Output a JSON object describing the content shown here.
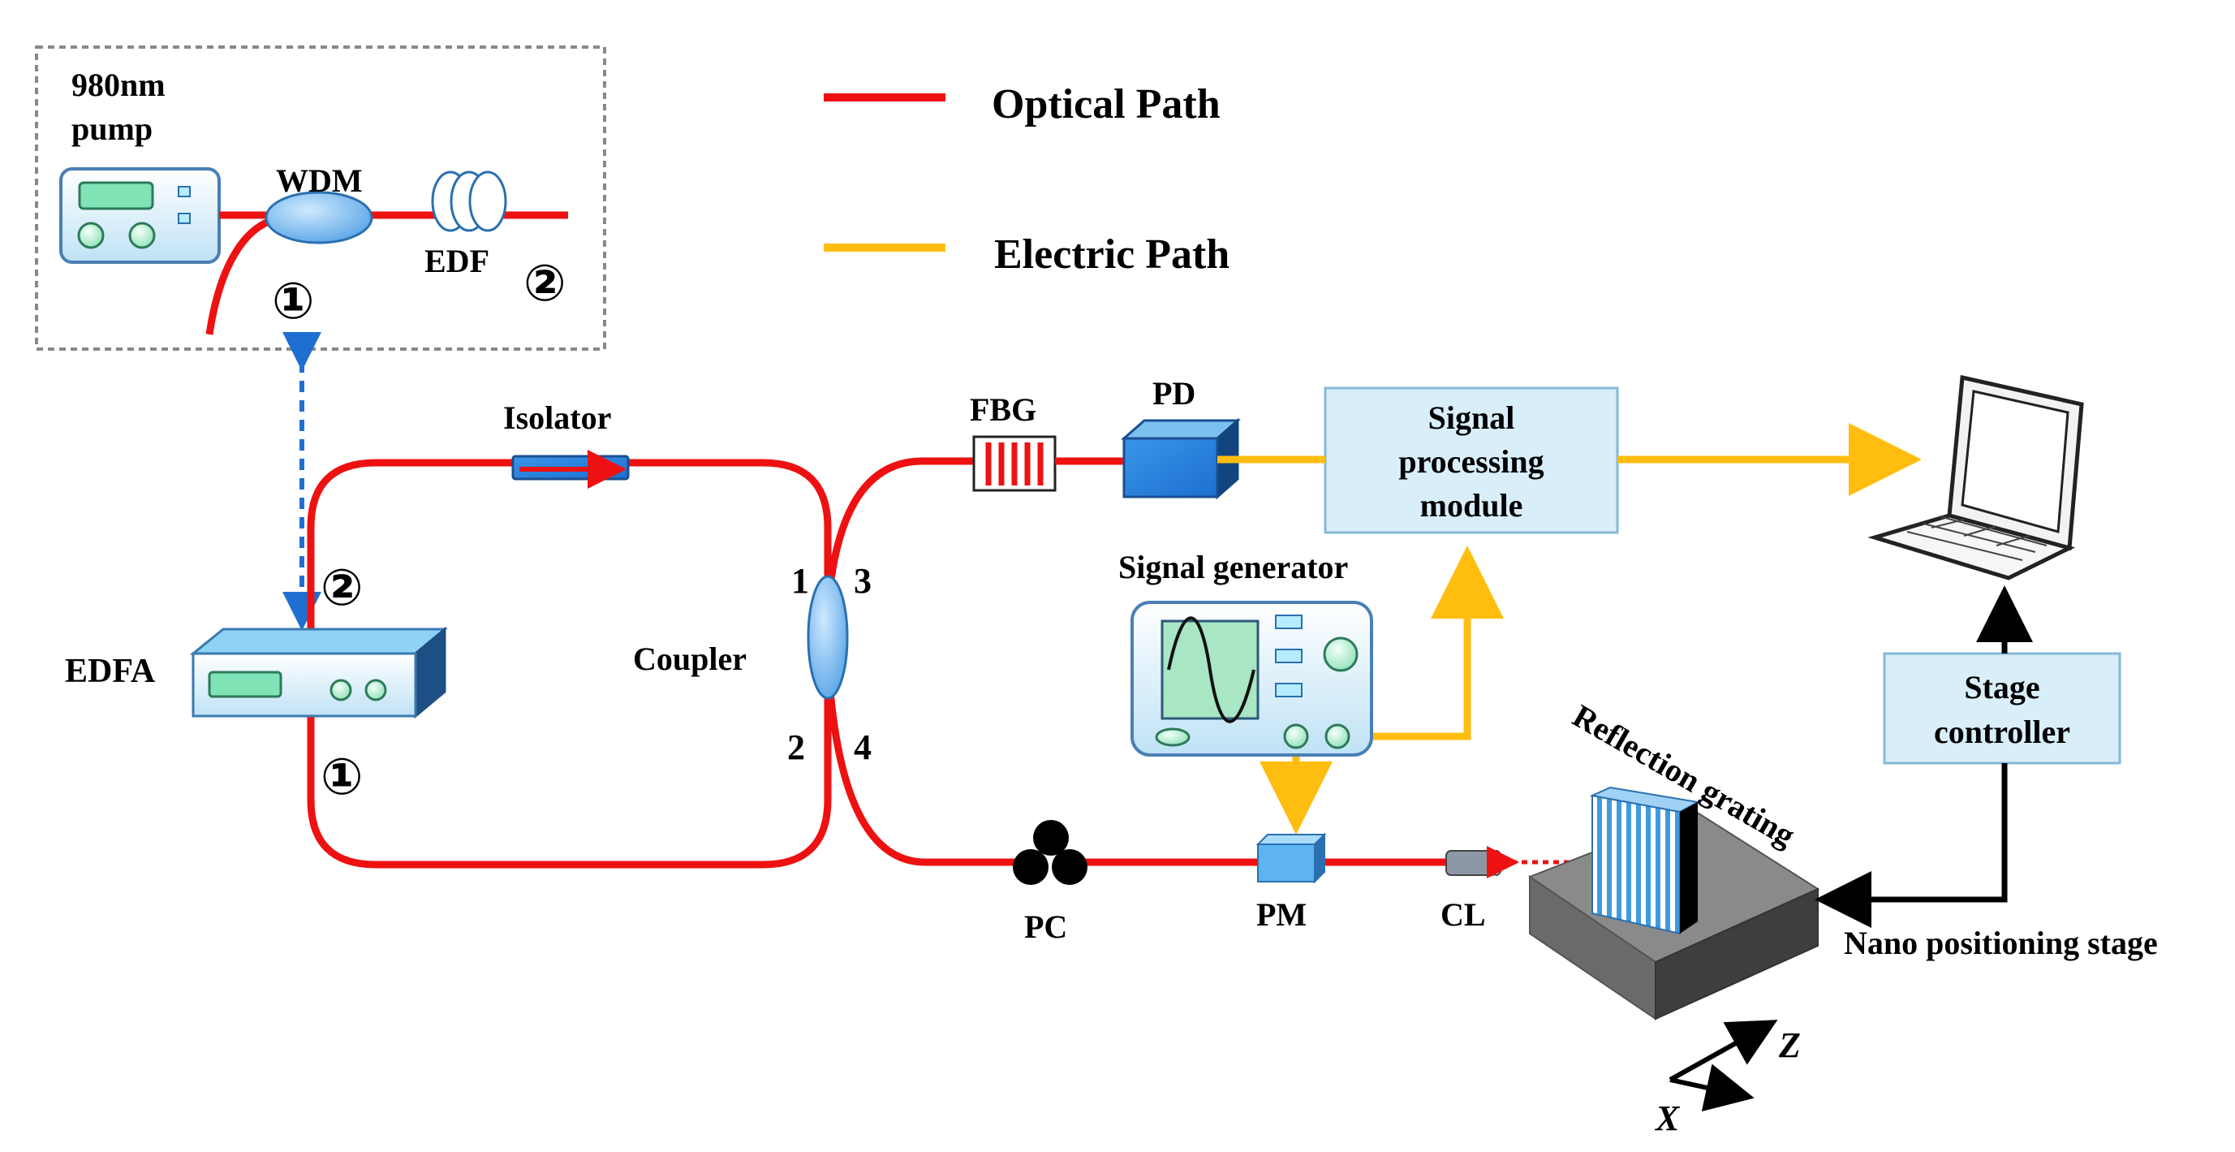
{
  "legend": [
    {
      "label": "Optical Path",
      "color": "#ee1111"
    },
    {
      "label": "Electric Path",
      "color": "#ffbe0f"
    }
  ],
  "colors": {
    "optical": "#ee1111",
    "electric": "#ffbe0f",
    "control": "#000000",
    "link": "#1f6fd0",
    "device_fill": "#7fc6ef",
    "module_fill": "#d8eef8"
  },
  "labels": {
    "pump": [
      "980nm",
      "pump"
    ],
    "wdm": "WDM",
    "edf": "EDF",
    "isolator": "Isolator",
    "edfa": "EDFA",
    "coupler": "Coupler",
    "fbg": "FBG",
    "pd": "PD",
    "signal_processing": [
      "Signal",
      "processing",
      "module"
    ],
    "signal_generator": "Signal generator",
    "stage_controller": [
      "Stage",
      "controller"
    ],
    "reflection_grating": "Reflection grating",
    "nano_stage": "Nano positioning stage",
    "pc": "PC",
    "pm": "PM",
    "cl": "CL",
    "axis_x": "X",
    "axis_z": "Z"
  },
  "ports": {
    "inset_in": "①",
    "inset_out": "②",
    "edfa_out": "②",
    "edfa_in": "①",
    "coupler_1": "1",
    "coupler_2": "2",
    "coupler_3": "3",
    "coupler_4": "4"
  },
  "icons": [
    "laptop-icon",
    "polarization-controller-icon",
    "sine-wave-icon"
  ]
}
